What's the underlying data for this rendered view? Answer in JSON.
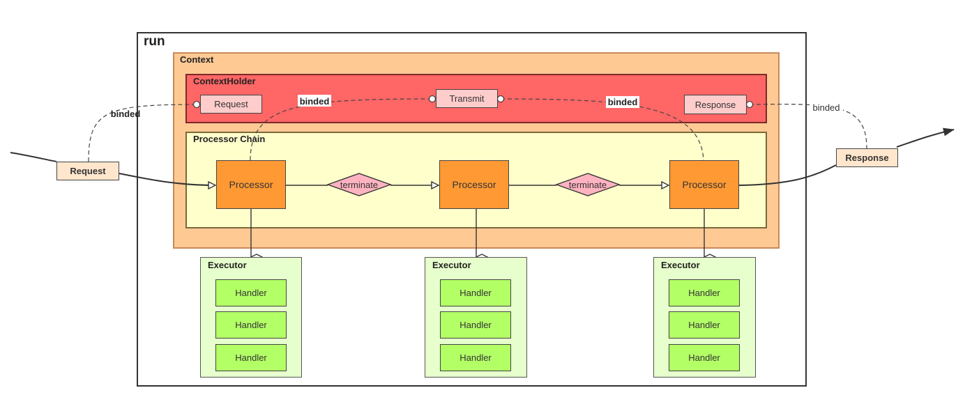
{
  "run": {
    "title": "run"
  },
  "context": {
    "title": "Context",
    "holder": {
      "title": "ContextHolder",
      "request_label": "Request",
      "transmit_label": "Transmit",
      "response_label": "Response"
    },
    "chain": {
      "title": "Processor Chain",
      "processors": [
        "Processor",
        "Processor",
        "Processor"
      ],
      "terminate_labels": [
        "terminate",
        "terminate"
      ]
    }
  },
  "external": {
    "request_label": "Request",
    "response_label": "Response"
  },
  "binded_labels": [
    "binded",
    "binded",
    "binded",
    "binded"
  ],
  "executors": [
    {
      "title": "Executor",
      "handlers": [
        "Handler",
        "Handler",
        "Handler"
      ]
    },
    {
      "title": "Executor",
      "handlers": [
        "Handler",
        "Handler",
        "Handler"
      ]
    },
    {
      "title": "Executor",
      "handlers": [
        "Handler",
        "Handler",
        "Handler"
      ]
    }
  ],
  "colors": {
    "context": "#ffc994",
    "context_holder": "#ff6666",
    "processor_chain": "#ffffcc",
    "processor": "#ff9933",
    "executor": "#e6ffcc",
    "handler": "#b3ff66",
    "holder_item": "#ffcccc",
    "external_item": "#ffe6cc",
    "terminate": "#ffb3c1"
  }
}
